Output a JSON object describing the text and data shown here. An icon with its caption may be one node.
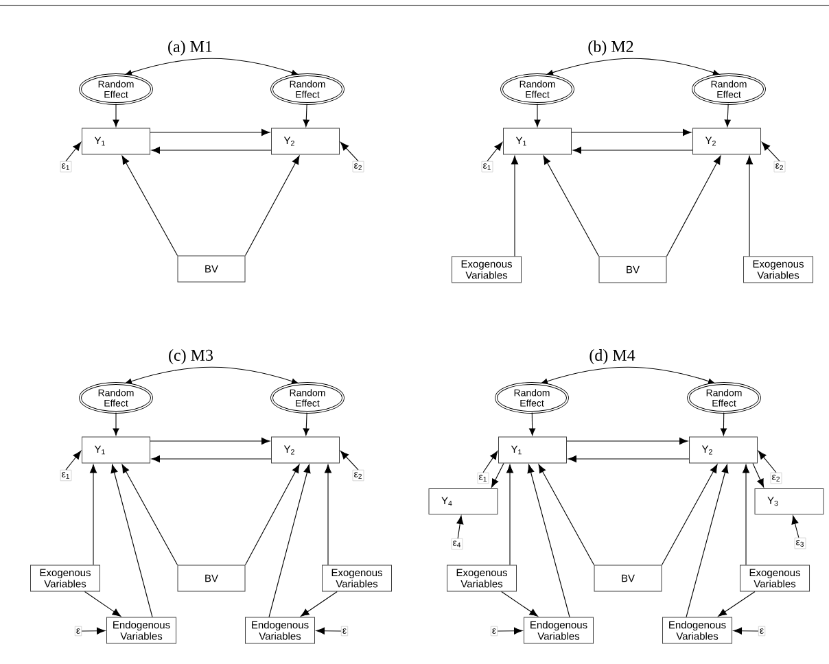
{
  "diagram": {
    "nodes": [
      {
        "text": [
          "Random Effect"
        ]
      },
      {
        "text": [
          "Random Effect"
        ]
      },
      {
        "text": [
          "Y$_{1}$"
        ]
      },
      {
        "text": [
          "Y$_{2}$"
        ]
      },
      {
        "text": [
          "ε$_{1}$"
        ]
      },
      {
        "text": [
          "ε$_{2}$"
        ]
      },
      {
        "text": [
          "BV"
        ]
      },
      {
        "text": [
          "Random Effect"
        ]
      },
      {
        "text": [
          "Random Effect"
        ]
      },
      {
        "text": [
          "Y$_{1}$"
        ]
      },
      {
        "text": [
          "Y$_{2}$"
        ]
      },
      {
        "text": [
          "ε$_{1}$"
        ]
      },
      {
        "text": [
          "ε$_{2}$"
        ]
      },
      {
        "text": [
          "Exogenous Variables"
        ]
      },
      {
        "text": [
          "BV"
        ]
      },
      {
        "text": [
          "Exogenous Variables"
        ]
      },
      {
        "text": [
          "Random Effect"
        ]
      },
      {
        "text": [
          "Random Effect"
        ]
      },
      {
        "text": [
          "Y$_{1}$"
        ]
      },
      {
        "text": [
          "Y$_{2}$"
        ]
      },
      {
        "text": [
          "ε$_{1}$"
        ]
      },
      {
        "text": [
          "ε$_{2}$"
        ]
      },
      {
        "text": [
          "Exogenous Variables"
        ]
      },
      {
        "text": [
          "BV"
        ]
      },
      {
        "text": [
          "Exogenous Variables"
        ]
      },
      {
        "text": [
          "ε"
        ]
      },
      {
        "text": [
          "Endogenous Variables"
        ]
      },
      {
        "text": [
          "Endogenous Variables"
        ]
      },
      {
        "text": [
          "ε"
        ]
      },
      {
        "text": [
          "Random Effect"
        ]
      },
      {
        "text": [
          "Random Effect"
        ]
      },
      {
        "text": [
          "Y$_{1}$"
        ]
      },
      {
        "text": [
          "Y$_{2}$"
        ]
      },
      {
        "text": [
          "ε$_{1}$"
        ]
      },
      {
        "text": [
          "ε$_{2}$"
        ]
      },
      {
        "text": [
          "Y$_{4}$"
        ]
      },
      {
        "text": [
          "Y$_{3}$"
        ]
      },
      {
        "text": [
          "ε$_{4}$"
        ]
      },
      {
        "text": [
          "ε$_{3}$"
        ]
      },
      {
        "text": [
          "Exogenous Variables"
        ]
      },
      {
        "text": [
          "BV"
        ]
      },
      {
        "text": [
          "Exogenous Variables"
        ]
      },
      {
        "text": [
          "ε"
        ]
      },
      {
        "text": [
          "Endogenous Variables"
        ]
      },
      {
        "text": [
          "Endogenous Variables"
        ]
      },
      {
        "text": [
          "ε"
        ]
      }
    ],
    "edges": [
      {
        "from": 0,
        "to": 1,
        "arrow": "both"
      },
      {
        "from": 0,
        "to": 2,
        "arrow": "to"
      },
      {
        "from": 1,
        "to": 3,
        "arrow": "to"
      },
      {
        "from": 2,
        "to": 3,
        "arrow": "to"
      },
      {
        "from": 3,
        "to": 2,
        "arrow": "to"
      },
      {
        "from": 4,
        "to": 2,
        "arrow": "to"
      },
      {
        "from": 5,
        "to": 3,
        "arrow": "to"
      },
      {
        "from": 6,
        "to": 2,
        "arrow": "to"
      },
      {
        "from": 6,
        "to": 3,
        "arrow": "to"
      },
      {
        "from": 7,
        "to": 8,
        "arrow": "both"
      },
      {
        "from": 7,
        "to": 9,
        "arrow": "to"
      },
      {
        "from": 8,
        "to": 10,
        "arrow": "to"
      },
      {
        "from": 9,
        "to": 10,
        "arrow": "to"
      },
      {
        "from": 10,
        "to": 9,
        "arrow": "to"
      },
      {
        "from": 11,
        "to": 9,
        "arrow": "to"
      },
      {
        "from": 12,
        "to": 10,
        "arrow": "to"
      },
      {
        "from": 13,
        "to": 9,
        "arrow": "to"
      },
      {
        "from": 14,
        "to": 9,
        "arrow": "to"
      },
      {
        "from": 14,
        "to": 10,
        "arrow": "to"
      },
      {
        "from": 15,
        "to": 10,
        "arrow": "to"
      },
      {
        "from": 16,
        "to": 17,
        "arrow": "both"
      },
      {
        "from": 16,
        "to": 18,
        "arrow": "to"
      },
      {
        "from": 17,
        "to": 19,
        "arrow": "to"
      },
      {
        "from": 18,
        "to": 19,
        "arrow": "to"
      },
      {
        "from": 19,
        "to": 18,
        "arrow": "to"
      },
      {
        "from": 20,
        "to": 18,
        "arrow": "to"
      },
      {
        "from": 21,
        "to": 19,
        "arrow": "to"
      },
      {
        "from": 22,
        "to": 18,
        "arrow": "to"
      },
      {
        "from": 23,
        "to": 18,
        "arrow": "to"
      },
      {
        "from": 23,
        "to": 19,
        "arrow": "to"
      },
      {
        "from": 24,
        "to": 19,
        "arrow": "to"
      },
      {
        "from": 22,
        "to": 26,
        "arrow": "to"
      },
      {
        "from": 26,
        "to": 18,
        "arrow": "to"
      },
      {
        "from": 24,
        "to": 27,
        "arrow": "to"
      },
      {
        "from": 27,
        "to": 19,
        "arrow": "to"
      },
      {
        "from": 25,
        "to": 26,
        "arrow": "to"
      },
      {
        "from": 28,
        "to": 27,
        "arrow": "to"
      },
      {
        "from": 29,
        "to": 30,
        "arrow": "both"
      },
      {
        "from": 29,
        "to": 31,
        "arrow": "to"
      },
      {
        "from": 30,
        "to": 32,
        "arrow": "to"
      },
      {
        "from": 31,
        "to": 32,
        "arrow": "to"
      },
      {
        "from": 32,
        "to": 31,
        "arrow": "to"
      },
      {
        "from": 33,
        "to": 31,
        "arrow": "to"
      },
      {
        "from": 34,
        "to": 32,
        "arrow": "to"
      },
      {
        "from": 31,
        "to": 35,
        "arrow": "to"
      },
      {
        "from": 32,
        "to": 36,
        "arrow": "to"
      },
      {
        "from": 37,
        "to": 35,
        "arrow": "to"
      },
      {
        "from": 38,
        "to": 36,
        "arrow": "to"
      },
      {
        "from": 39,
        "to": 31,
        "arrow": "to"
      },
      {
        "from": 43,
        "to": 31,
        "arrow": "to"
      },
      {
        "from": 40,
        "to": 31,
        "arrow": "to"
      },
      {
        "from": 40,
        "to": 32,
        "arrow": "to"
      },
      {
        "from": 44,
        "to": 32,
        "arrow": "to"
      },
      {
        "from": 41,
        "to": 32,
        "arrow": "to"
      },
      {
        "from": 39,
        "to": 43,
        "arrow": "to"
      },
      {
        "from": 41,
        "to": 44,
        "arrow": "to"
      },
      {
        "from": 42,
        "to": 43,
        "arrow": "to"
      },
      {
        "from": 45,
        "to": 44,
        "arrow": "to"
      }
    ],
    "labels": [
      "(a) M1",
      "(b) M2",
      "(c) M3",
      "(d) M4"
    ]
  }
}
